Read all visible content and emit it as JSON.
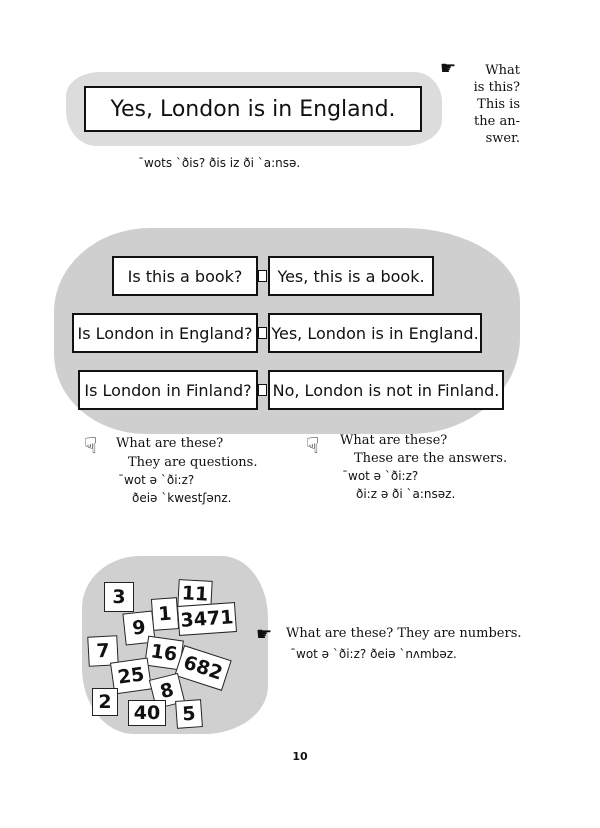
{
  "top": {
    "headline": "Yes, London is in England.",
    "phonetic": "ˉwots ˋðis? ðis iz ði ˋa:nsə.",
    "side_note": [
      "What",
      "is this?",
      "This is",
      "the an-",
      "swer."
    ]
  },
  "questions": [
    {
      "question": "Is this a book?",
      "answer": "Yes, this is a book."
    },
    {
      "question": "Is London in England?",
      "answer": "Yes, London is in England."
    },
    {
      "question": "Is London in Finland?",
      "answer": "No, London is not in Finland."
    }
  ],
  "left_caption": {
    "line1": "What are these?",
    "line2": "They are questions.",
    "phon1": "ˉwot ə ˋði:z?",
    "phon2": "ðeiə ˋkwestʃənz."
  },
  "right_caption": {
    "line1": "What are these?",
    "line2": "These are the answers.",
    "phon1": "ˉwot ə ˋði:z?",
    "phon2": "ði:z ə ði ˋa:nsəz."
  },
  "numbers": {
    "cards": [
      "3",
      "11",
      "1",
      "9",
      "3471",
      "7",
      "16",
      "682",
      "25",
      "8",
      "2",
      "40",
      "5"
    ],
    "caption": "What are these? They are numbers.",
    "phonetic": "ˉwot ə ˋði:z? ðeiə ˋnʌmbəz."
  },
  "icons": {
    "pointing_hand_right": "☛",
    "pointing_hand_down": "☟"
  },
  "page_number": "10"
}
